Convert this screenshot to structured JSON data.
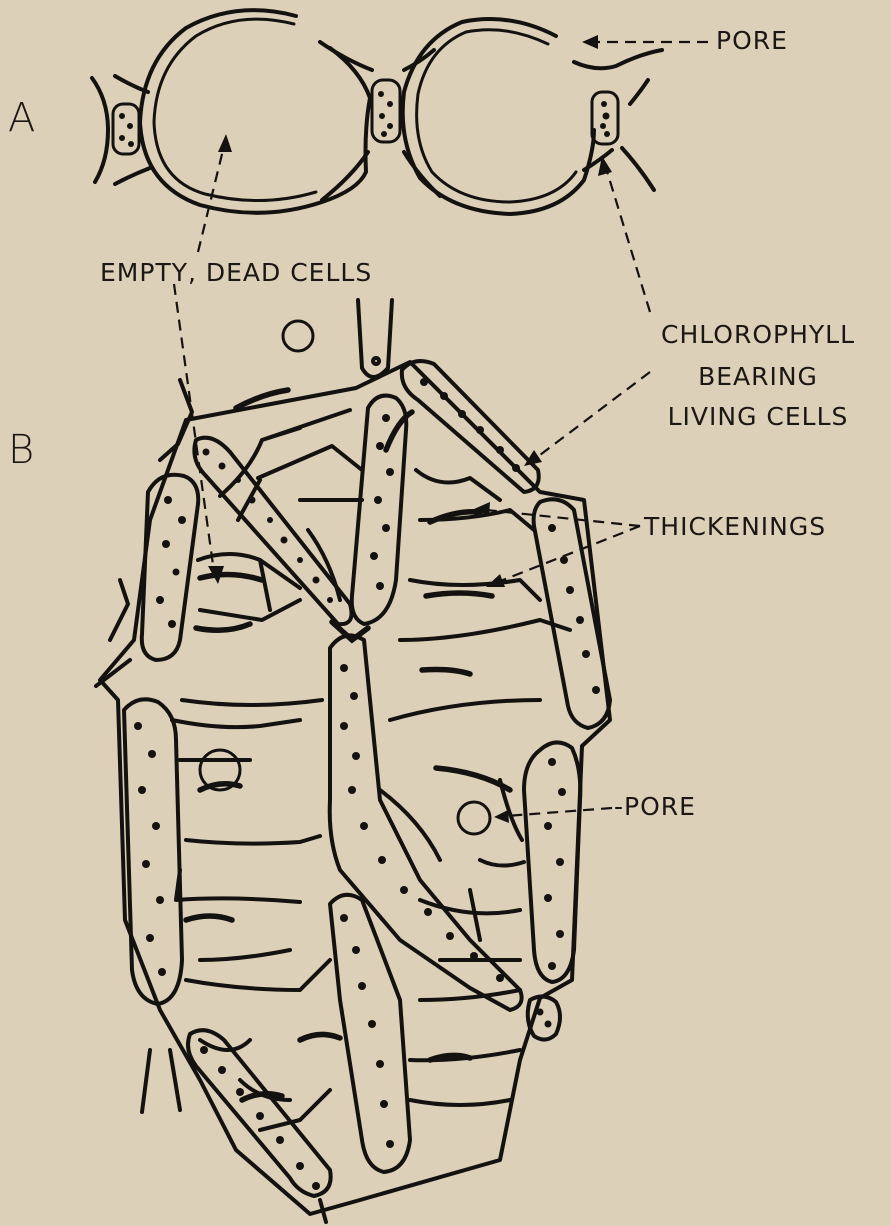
{
  "figure": {
    "panel_a": "A",
    "panel_b": "B",
    "labels": {
      "pore_top": "PORE",
      "empty_dead_cells": "EMPTY, DEAD CELLS",
      "chlorophyll_line1": "CHLOROPHYLL",
      "chlorophyll_line2": "BEARING",
      "chlorophyll_line3": "LIVING CELLS",
      "thickenings": "THICKENINGS",
      "pore_bottom": "-PORE"
    }
  },
  "colors": {
    "background": "#ddd0b8",
    "ink": "#141210"
  }
}
